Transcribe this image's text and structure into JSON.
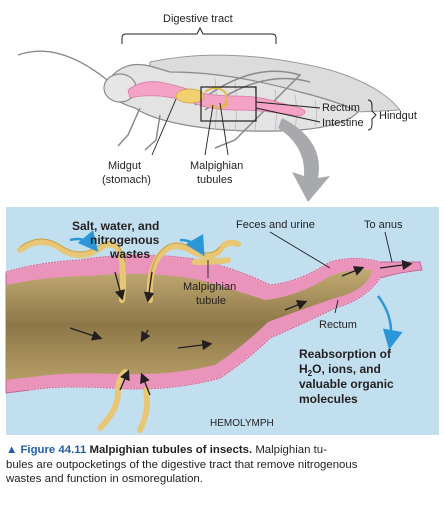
{
  "labels": {
    "digestive_tract": "Digestive tract",
    "rectum_top": "Rectum",
    "intestine": "Intestine",
    "hindgut": "Hindgut",
    "midgut_1": "Midgut",
    "midgut_2": "(stomach)",
    "malpighian_1": "Malpighian",
    "malpighian_2": "tubules",
    "salt_1": "Salt, water, and",
    "salt_2": "nitrogenous",
    "salt_3": "wastes",
    "feces": "Feces and urine",
    "to_anus": "To anus",
    "tubule_1": "Malpighian",
    "tubule_2": "tubule",
    "rectum_bottom": "Rectum",
    "reabs_1": "Reabsorption of",
    "reabs_2": "H",
    "reabs_2_sub": "2",
    "reabs_2_rest": "O, ions, and",
    "reabs_3": "valuable organic",
    "reabs_4": "molecules",
    "hemolymph": "HEMOLYMPH"
  },
  "caption": {
    "marker": "▲",
    "figure": "Figure 44.11",
    "title": "Malpighian tubules of insects.",
    "line1_rest": "Malpighian tu-",
    "line2": "bules are outpocketings of the digestive tract that remove nitrogenous",
    "line3": "wastes and function in osmoregulation."
  },
  "colors": {
    "panel": "#c2dfef",
    "tubule": "#e7c776",
    "gut_wall": "#ea93bb",
    "gut_inner": "#a08a58",
    "arrow_blue": "#2b97d9",
    "caption_blue": "#1f5fa8"
  }
}
